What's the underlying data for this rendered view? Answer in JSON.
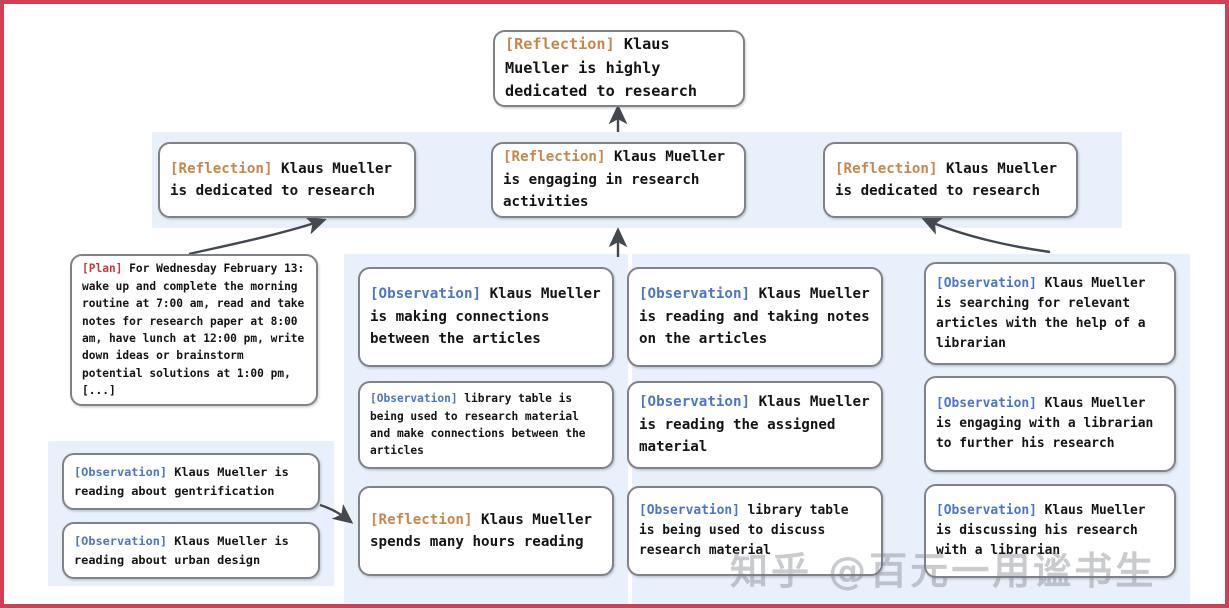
{
  "diagram": {
    "title": "Reflection tree for Klaus Mueller memory stream",
    "colors": {
      "page_border": "#cf4055",
      "band_background": "#e8f0fb",
      "node_border": "#7f8287",
      "tag_reflection": "#c8874a",
      "tag_observation": "#4a76c4",
      "tag_plan": "#c43b3b",
      "arrow": "#44484f"
    }
  },
  "root": {
    "tag": "[Reflection]",
    "text": " Klaus Mueller is highly dedicated to research"
  },
  "reflections": [
    {
      "tag": "[Reflection]",
      "text": " Klaus Mueller is dedicated to research"
    },
    {
      "tag": "[Reflection]",
      "text": " Klaus Mueller is engaging in research activities"
    },
    {
      "tag": "[Reflection]",
      "text": " Klaus Mueller is dedicated to research"
    }
  ],
  "plan": {
    "tag": "[Plan]",
    "text": " For Wednesday February 13: wake up and complete the morning routine at 7:00 am, read and take notes for research paper at 8:00 am, have lunch at 12:00 pm, write down ideas or brainstorm potential solutions at 1:00 pm, [...]"
  },
  "left_column": [
    {
      "tag": "[Observation]",
      "text": " Klaus Mueller is reading about gentrification"
    },
    {
      "tag": "[Observation]",
      "text": " Klaus Mueller is reading about urban design"
    }
  ],
  "column_one": [
    {
      "tag": "[Observation]",
      "text": " Klaus Mueller is making connections between the articles"
    },
    {
      "tag": "[Observation]",
      "text": " library table is being used to research material and make connections between the articles"
    },
    {
      "tag": "[Reflection]",
      "text": " Klaus Mueller spends many hours reading"
    }
  ],
  "column_two": [
    {
      "tag": "[Observation]",
      "text": " Klaus Mueller is reading and taking notes on the articles"
    },
    {
      "tag": "[Observation]",
      "text": " Klaus Mueller is reading the assigned material"
    },
    {
      "tag": "[Observation]",
      "text": " library table is being used to discuss research material"
    }
  ],
  "column_three": [
    {
      "tag": "[Observation]",
      "text": " Klaus Mueller is searching for relevant articles with the help of a librarian"
    },
    {
      "tag": "[Observation]",
      "text": " Klaus Mueller is engaging with a librarian to further his research"
    },
    {
      "tag": "[Observation]",
      "text": " Klaus Mueller is discussing his research with a librarian"
    }
  ],
  "watermark": {
    "text": "知乎 @百元一用谧书生"
  }
}
